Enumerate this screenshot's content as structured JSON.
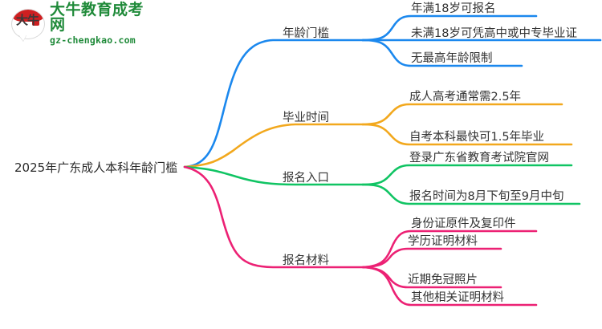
{
  "watermark": {
    "brand": "大牛教育成考网",
    "url": "gz-chengkao.com",
    "mark_glyph": "大牛"
  },
  "mindmap": {
    "root": {
      "label": "2025年广东成人本科年龄门槛"
    },
    "branches": [
      {
        "label": "年龄门槛",
        "color": "#1B88EE",
        "children": [
          {
            "label": "年满18岁可报名"
          },
          {
            "label": "未满18岁可凭高中或中专毕业证"
          },
          {
            "label": "无最高年龄限制"
          }
        ]
      },
      {
        "label": "毕业时间",
        "color": "#F2A81D",
        "children": [
          {
            "label": "成人高考通常需2.5年"
          },
          {
            "label": "自考本科最快可1.5年毕业"
          }
        ]
      },
      {
        "label": "报名入口",
        "color": "#10C463",
        "children": [
          {
            "label": "登录广东省教育考试院官网"
          },
          {
            "label": "报名时间为8月下旬至9月中旬"
          }
        ]
      },
      {
        "label": "报名材料",
        "color": "#EC2174",
        "children": [
          {
            "label": "身份证原件及复印件"
          },
          {
            "label": "学历证明材料"
          },
          {
            "label": "近期免冠照片"
          },
          {
            "label": "其他相关证明材料"
          }
        ]
      }
    ]
  }
}
